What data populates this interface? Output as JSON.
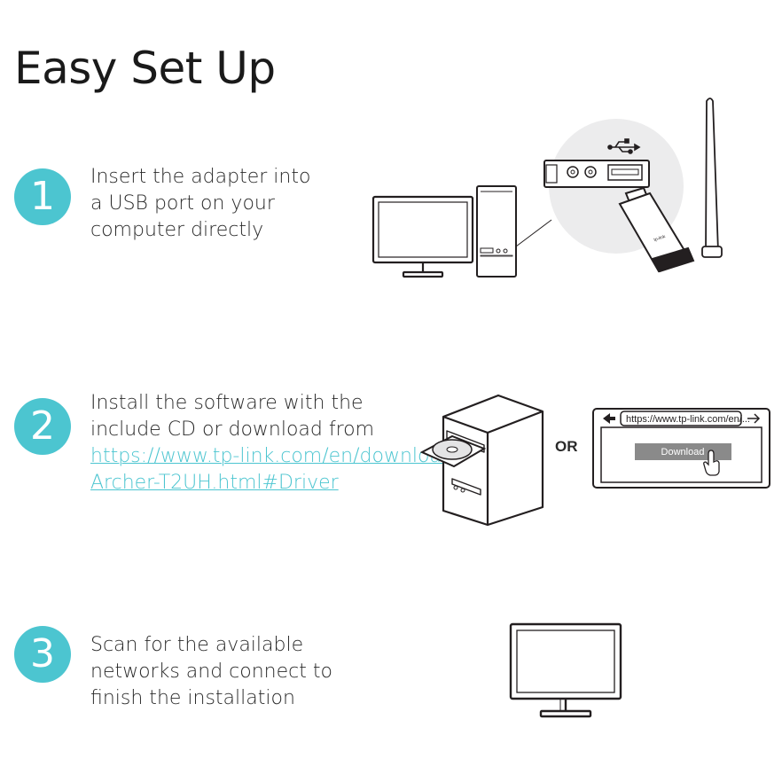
{
  "title": "Easy Set Up",
  "steps": [
    {
      "number": "1",
      "lines": [
        "Insert the adapter into",
        "a USB port on your",
        "computer directly"
      ]
    },
    {
      "number": "2",
      "lines": [
        "Install the software with the",
        "include CD or download from"
      ],
      "link_lines": [
        "https://www.tp-link.com/en/download/",
        "Archer-T2UH.html#Driver"
      ]
    },
    {
      "number": "3",
      "lines": [
        "Scan for the available",
        "networks and connect to",
        "finish the installation"
      ]
    }
  ],
  "or_label": "OR",
  "browser": {
    "url": "https://www.tp-link.com/en/...",
    "download_label": "Download"
  },
  "adapter": {
    "brand": "tp-link"
  },
  "colors": {
    "accent": "#4cc5d0",
    "text": "#231f20",
    "button": "#8a8a8a"
  },
  "icons": {
    "usb": "usb-icon",
    "back": "arrow-left-icon",
    "forward": "arrow-right-icon",
    "pointer": "hand-pointer-icon",
    "disc": "cd-disc-icon"
  }
}
